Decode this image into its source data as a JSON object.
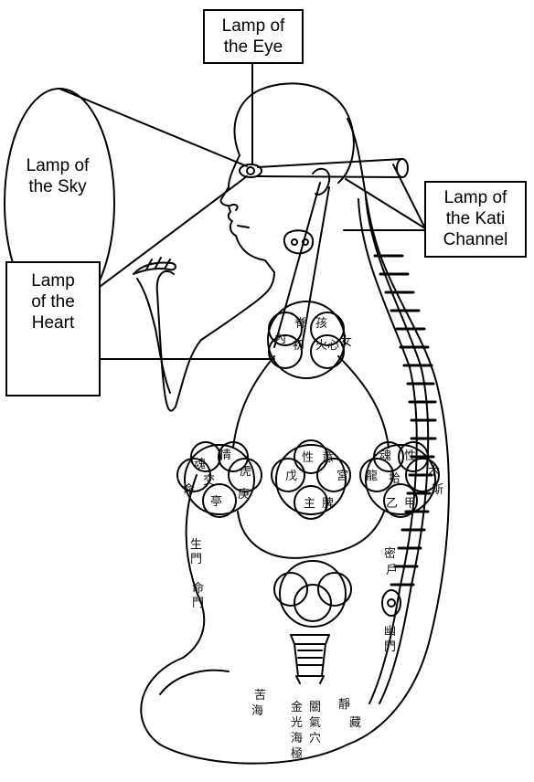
{
  "labels": {
    "eye": [
      "Lamp of",
      "the Eye"
    ],
    "sky": [
      "Lamp of",
      "the Sky"
    ],
    "kati": [
      "Lamp of",
      "the Kati",
      "Channel"
    ],
    "heart": [
      "Lamp",
      "of the",
      "Heart"
    ]
  },
  "colors": {
    "ink": "#000000",
    "paper": "#ffffff"
  }
}
